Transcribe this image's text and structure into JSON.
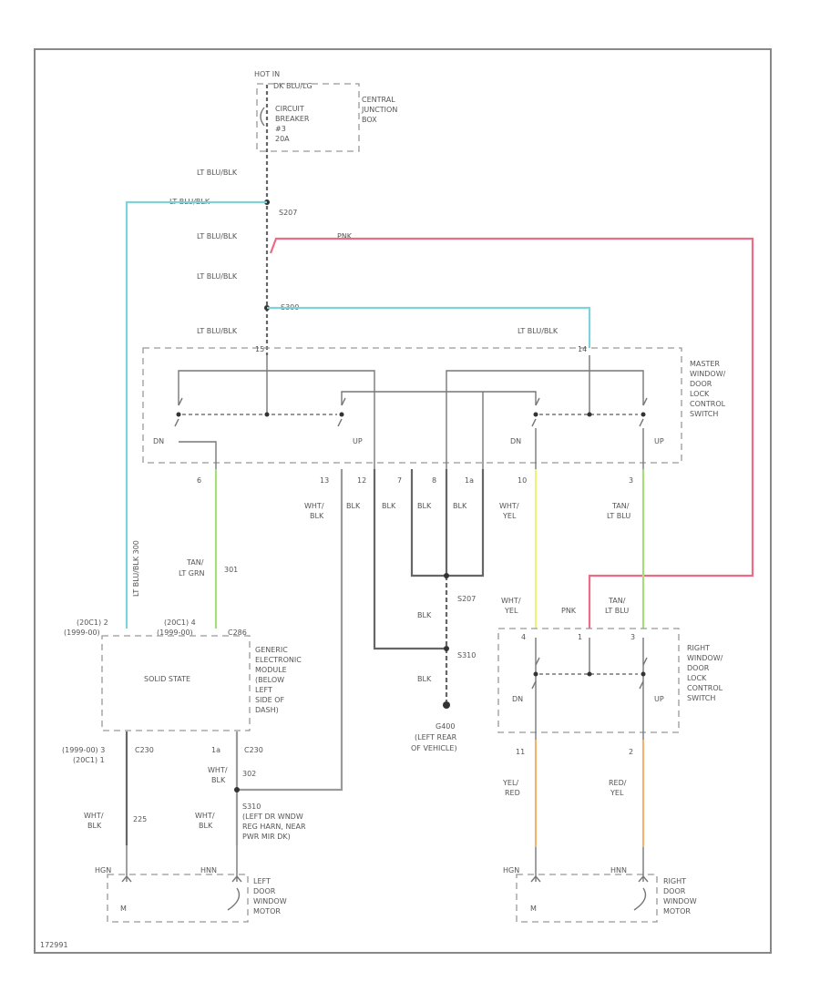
{
  "colors": {
    "gray": "#9a9a9a",
    "dark": "#666666",
    "blue": "#7fd3d8",
    "pink": "#ee6b86",
    "green": "#a6dd7a",
    "yellow": "#eef27c",
    "orange": "#f2b370",
    "frame": "#999999"
  },
  "power": {
    "hot_at": "HOT IN",
    "top_wire": "DK BLU/LG",
    "breaker": [
      "CIRCUIT",
      "BREAKER",
      "#3",
      "20A"
    ],
    "junction_box": [
      "CENTRAL",
      "JUNCTION",
      "BOX"
    ]
  },
  "wires": {
    "lt_blu_blk_1": "LT BLU/BLK",
    "lt_blu_blk_left": "LT BLU/BLK",
    "splice_1": "S207",
    "lt_blu_blk_2": "LT BLU/BLK",
    "pnk": "PNK",
    "lt_blu_blk_3": "LT BLU/BLK",
    "splice_2": "S300",
    "lt_blu_blk_4": "LT BLU/BLK",
    "lt_blu_blk_right": "LT BLU/BLK",
    "vertical_left": "LT BLU/BLK  300"
  },
  "master_switch": {
    "name": [
      "MASTER",
      "WINDOW/",
      "DOOR",
      "LOCK",
      "CONTROL",
      "SWITCH"
    ],
    "pin_top_left": "15",
    "pin_top_right": "14",
    "dn_left": "DN",
    "up_left": "UP",
    "dn_right": "DN",
    "up_right": "UP",
    "pins": [
      "6",
      "13",
      "12",
      "7",
      "8",
      "1a",
      "10",
      "3"
    ],
    "wire_colors": [
      [
        "WHT/",
        "BLK"
      ],
      [
        "BLK"
      ],
      [
        "BLK"
      ],
      [
        "BLK"
      ],
      [
        "BLK"
      ],
      [
        "WHT/",
        "YEL"
      ],
      [
        "TAN/",
        "LT BLU"
      ]
    ]
  },
  "lower_left": {
    "tan_lt_grn": [
      "TAN/",
      "LT GRN"
    ],
    "wire_num": "301"
  },
  "ground": {
    "splice_s207": "S207",
    "blk_1": "BLK",
    "splice_s310": "S310",
    "blk_2": "BLK",
    "g_name": "G400",
    "location": [
      "(LEFT REAR",
      "OF VEHICLE)"
    ]
  },
  "right_switch": {
    "wire_labels_top": {
      "wht_yel": [
        "WHT/",
        "YEL"
      ],
      "pnk": "PNK",
      "tan_lt_blu": [
        "TAN/",
        "LT BLU"
      ]
    },
    "pin_a": "4",
    "pin_b": "1",
    "pin_c": "3",
    "dn": "DN",
    "up": "UP",
    "name": [
      "RIGHT",
      "WINDOW/",
      "DOOR",
      "LOCK",
      "CONTROL",
      "SWITCH"
    ],
    "pin_bottom_left": "11",
    "pin_bottom_right": "2",
    "wire_left": [
      "YEL/",
      "RED"
    ],
    "wire_right": [
      "RED/",
      "YEL"
    ]
  },
  "gem": {
    "connector_left": [
      "(20C1) 2",
      "(1999-00)"
    ],
    "connector_right": [
      "(20C1) 4",
      "(1999-00)"
    ],
    "connector_label": "C286",
    "body": "SOLID STATE",
    "name": [
      "GENERIC",
      "ELECTRONIC",
      "MODULE",
      "(BELOW",
      "LEFT",
      "SIDE OF",
      "DASH)"
    ],
    "bottom_left_pin": [
      "(1999-00) 3",
      "(20C1) 1"
    ],
    "bottom_left_conn": "C230",
    "bottom_right_pin": "1a",
    "bottom_right_conn": "C230"
  },
  "left_motor_wiring": {
    "wht_blk_a": [
      "WHT/",
      "BLK"
    ],
    "num_a": "302",
    "wht_blk_b": [
      "WHT/",
      "BLK"
    ],
    "num_b": "225",
    "wht_blk_c": [
      "WHT/",
      "BLK"
    ],
    "s310_note": [
      "S310",
      "(LEFT DR WNDW",
      "REG HARN, NEAR",
      "PWR MIR DK)"
    ]
  },
  "motors": {
    "left_name": [
      "LEFT",
      "DOOR",
      "WINDOW",
      "MOTOR"
    ],
    "right_name": [
      "RIGHT",
      "DOOR",
      "WINDOW",
      "MOTOR"
    ],
    "left_pin_l": "HGN",
    "left_pin_r": "HNN",
    "right_pin_l": "HGN",
    "right_pin_r": "HNN",
    "symbol": "M"
  },
  "footer_code": "172991"
}
